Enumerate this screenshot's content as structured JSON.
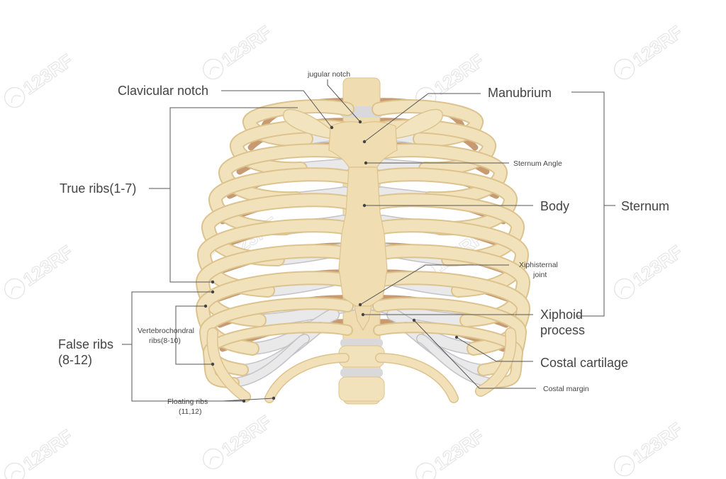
{
  "colors": {
    "bone": "#efdcb0",
    "bone_edge": "#dcc38e",
    "bone_light": "#f5e8c8",
    "rib_back": "#c89a72",
    "cartilage": "#d9d9db",
    "cartilage_light": "#e9e9ea",
    "leader": "#555555",
    "text": "#444444",
    "watermark": "#e6e6e6"
  },
  "labels": {
    "jugular_notch": "jugular notch",
    "clavicular_notch": "Clavicular notch",
    "manubrium": "Manubrium",
    "sternum_angle": "Sternum Angle",
    "true_ribs": "True ribs(1-7)",
    "body": "Body",
    "sternum": "Sternum",
    "xiphisternal_line1": "Xiphisternal",
    "xiphisternal_line2": "joint",
    "false_ribs_line1": "False ribs",
    "false_ribs_line2": "(8-12)",
    "vertebrochondral_line1": "Vertebrochondral",
    "vertebrochondral_line2": "ribs(8-10)",
    "xiphoid_line1": "Xiphoid",
    "xiphoid_line2": "process",
    "costal_cartilage": "Costal cartilage",
    "costal_margin": "Costal margin",
    "floating_line1": "Floating ribs",
    "floating_line2": "(11,12)"
  },
  "watermark": {
    "logo_text": "123RF",
    "icon": "chef-hat-icon"
  }
}
